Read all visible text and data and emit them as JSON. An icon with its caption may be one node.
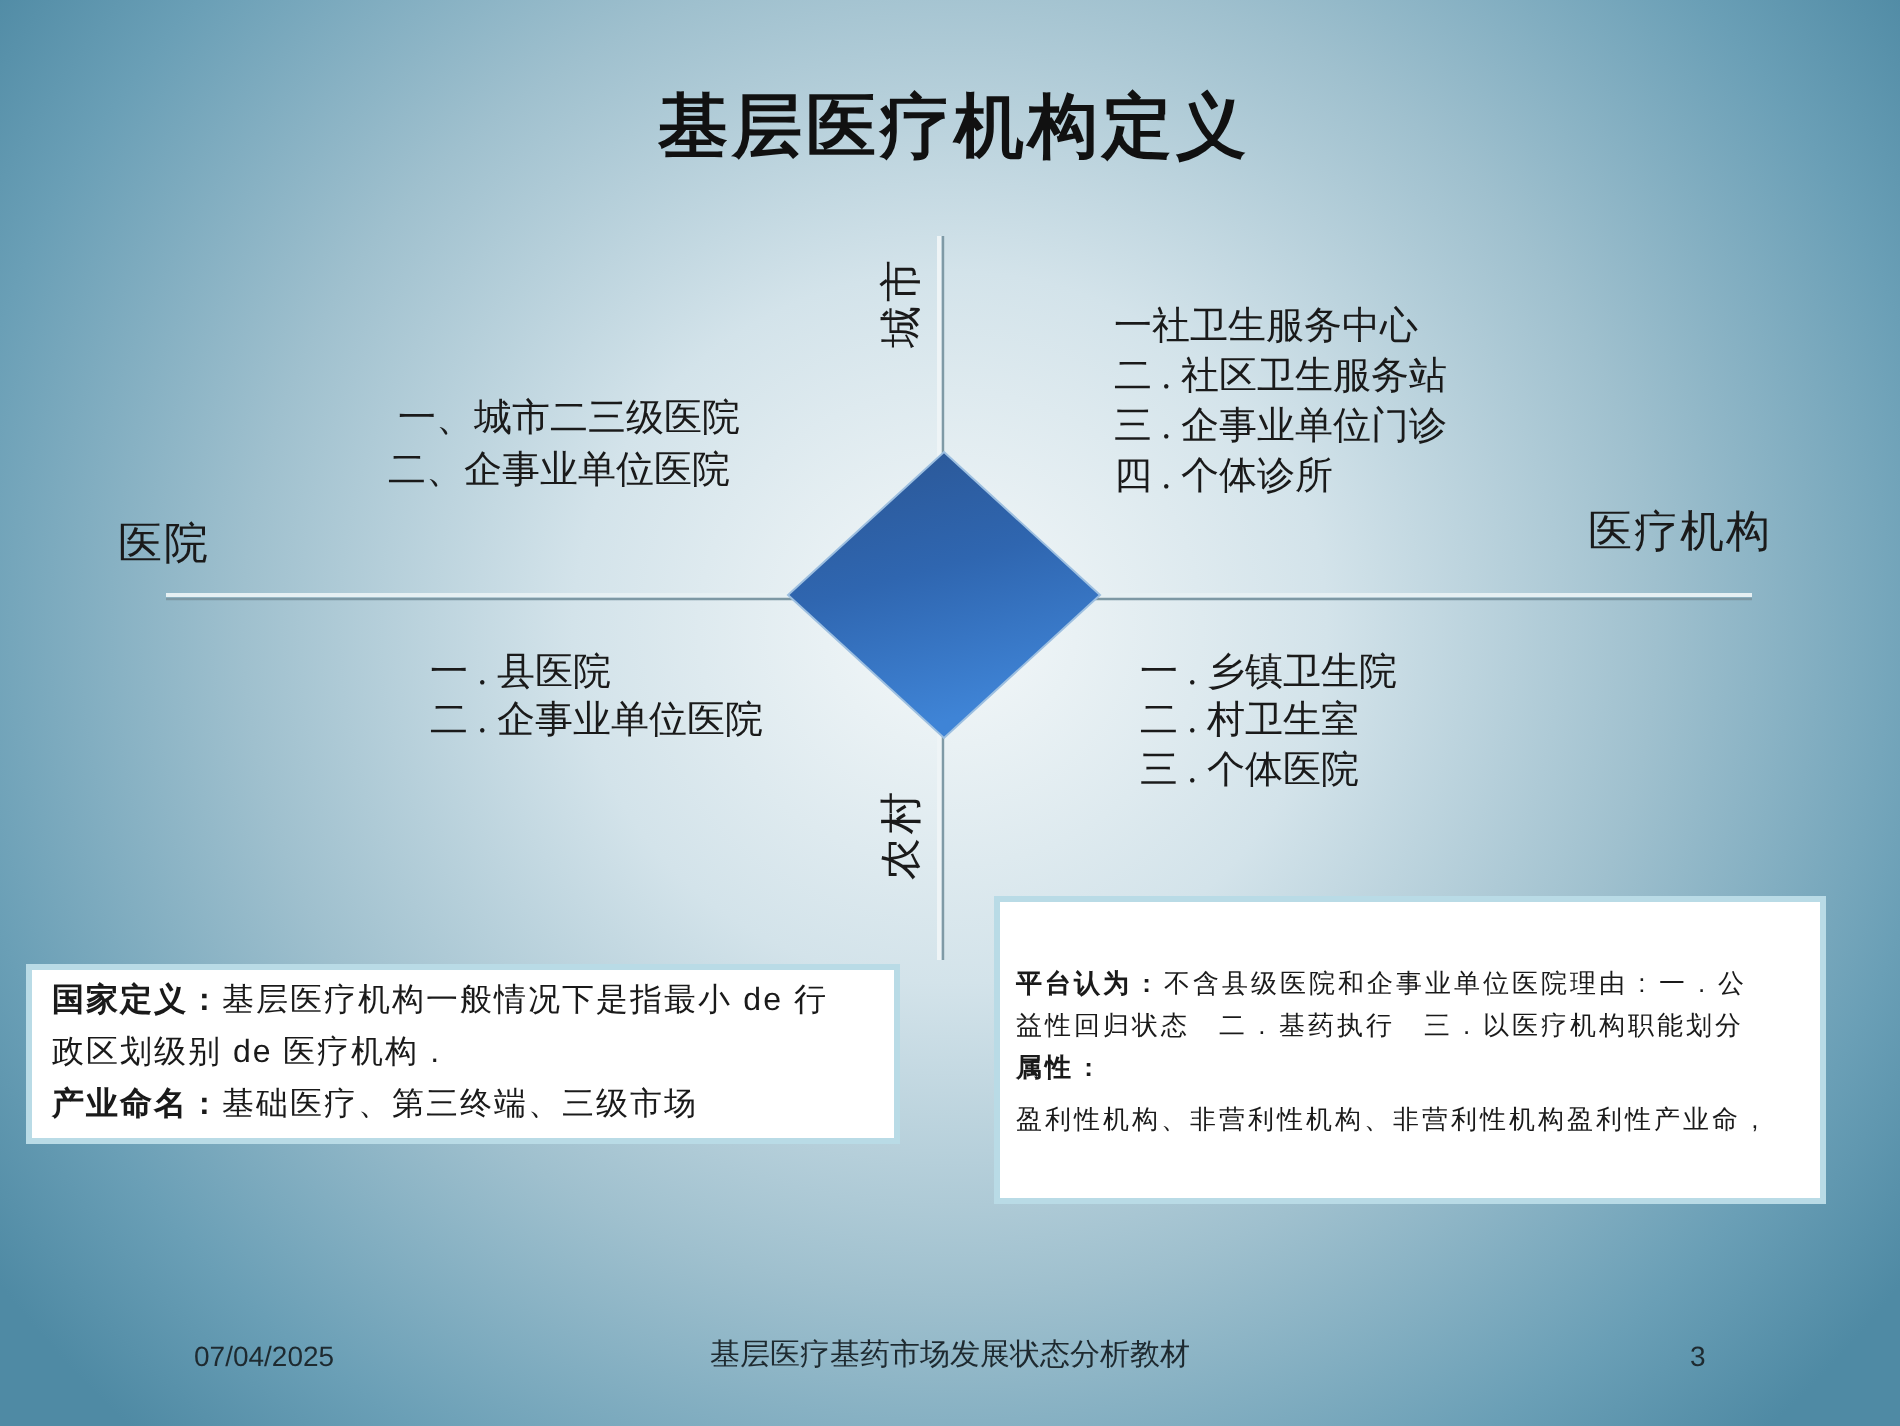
{
  "diagram": {
    "title": "基层医疗机构定义",
    "nodes": [
      {
        "text": [],
        "shape": "diamond"
      },
      {
        "text": [
          "**国家定义 :** 基层医疗机构一般情况下是指最小 de 行政区划级别 de 医疗机构 .",
          "**产业命名 :** 基础医疗、第三终端、三级市场"
        ]
      },
      {
        "text": [
          "**平台认为 :** 不含县级医院和企事业单位医院理由 : 一 . 公益性回归状态　二 . 基药执行　三 . 以医疗机构职能划分",
          "属性 :",
          "盈利性机构、非营利性机构、非营利性机构盈利性产业命 ,"
        ]
      }
    ],
    "labels": [
      "城市",
      "一社卫生服务中心",
      "二 . 社区卫生服务站",
      "三 . 企事业单位门诊",
      "四 . 个体诊所",
      "一、城市二三级医院",
      "二、企事业单位医院",
      "医院",
      "医疗机构",
      "一 . 县医院",
      "二 . 企事业单位医院",
      "一 . 乡镇卫生院",
      "二 . 村卫生室",
      "三 . 个体医院",
      "农村",
      "07/04/2025",
      "基层医疗基药市场发展状态分析教材",
      "3"
    ]
  }
}
